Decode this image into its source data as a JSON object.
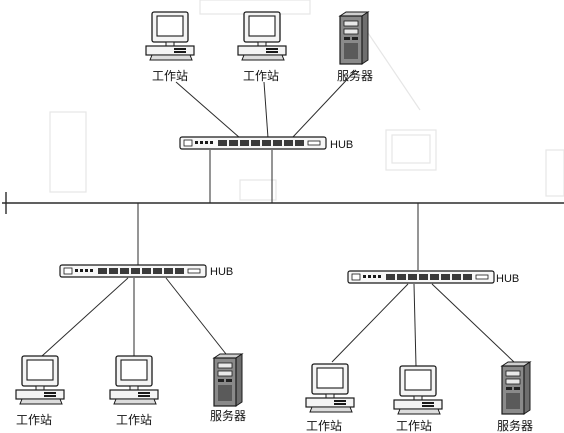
{
  "diagram": {
    "labels": {
      "workstation": "工作站",
      "server": "服务器",
      "hub": "HUB"
    },
    "colors": {
      "line": "#2b2b2b",
      "device_face": "#f4f4f4",
      "device_edge": "#1a1a1a",
      "server_body": "#8a8a8a",
      "hub_port": "#3a3a3a",
      "ghost": "#e6e6e6"
    }
  }
}
